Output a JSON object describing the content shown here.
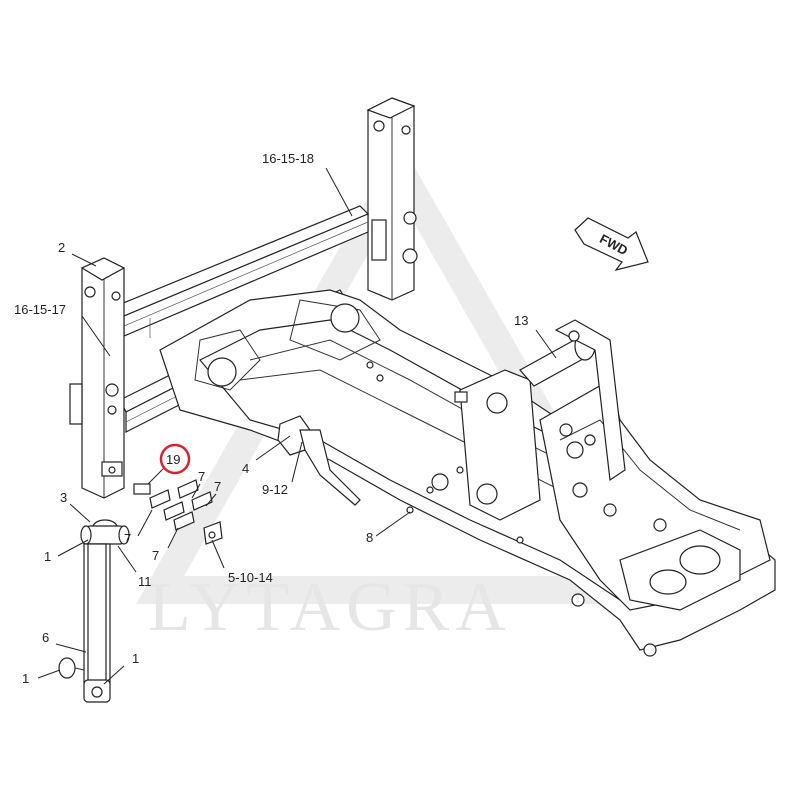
{
  "watermark": "LYTAGRA",
  "direction_arrow": "FWD",
  "highlight_color": "#d9232e",
  "callouts": {
    "c_16_15_18": "16-15-18",
    "c_2": "2",
    "c_16_15_17": "16-15-17",
    "c_13": "13",
    "c_19": "19",
    "c_4": "4",
    "c_9_12": "9-12",
    "c_7a": "7",
    "c_7b": "7",
    "c_7c": "7",
    "c_7d": "7",
    "c_3": "3",
    "c_8": "8",
    "c_1a": "1",
    "c_11": "11",
    "c_5_10_14": "5-10-14",
    "c_6": "6",
    "c_1b": "1",
    "c_1c": "1"
  }
}
